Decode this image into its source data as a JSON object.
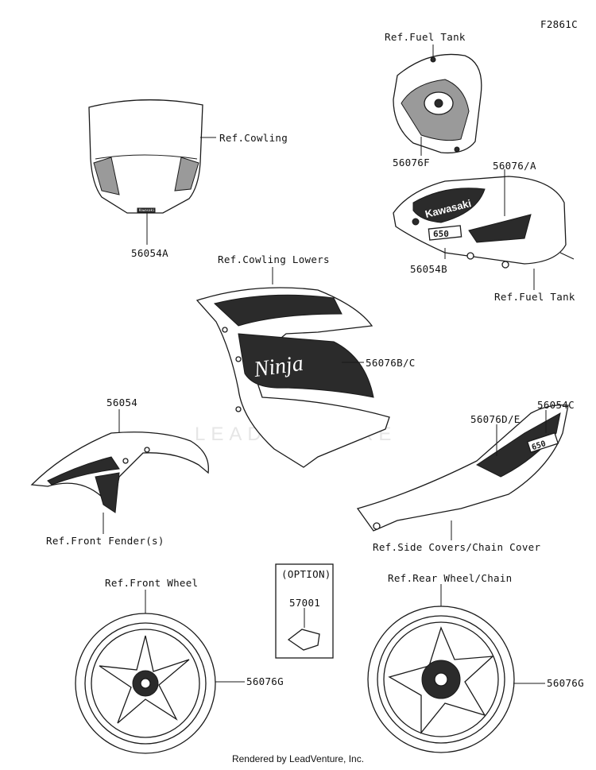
{
  "diagram_id": "F2861C",
  "watermark": "LEADVENTURE",
  "labels": {
    "ref_fuel_tank_top": "Ref.Fuel Tank",
    "ref_cowling": "Ref.Cowling",
    "part_56054A": "56054A",
    "part_56076F": "56076F",
    "part_56076A": "56076/A",
    "part_56054B": "56054B",
    "ref_fuel_tank_bottom": "Ref.Fuel Tank",
    "ref_cowling_lowers": "Ref.Cowling Lowers",
    "part_56076BC": "56076B/C",
    "part_56054": "56054",
    "part_56076DE": "56076D/E",
    "part_56054C": "56054C",
    "ref_front_fender": "Ref.Front Fender(s)",
    "ref_side_covers": "Ref.Side Covers/Chain Cover",
    "ref_front_wheel": "Ref.Front Wheel",
    "option": "(OPTION)",
    "part_57001": "57001",
    "ref_rear_wheel": "Ref.Rear Wheel/Chain",
    "part_56076G_front": "56076G",
    "part_56076G_rear": "56076G"
  },
  "decal_text": {
    "tank_brand": "Kawasaki",
    "tank_model": "650",
    "side_model": "650",
    "fairing_logo": "Ninja",
    "windshield_logo": "Kawasaki"
  },
  "footer": "Rendered by LeadVenture, Inc."
}
